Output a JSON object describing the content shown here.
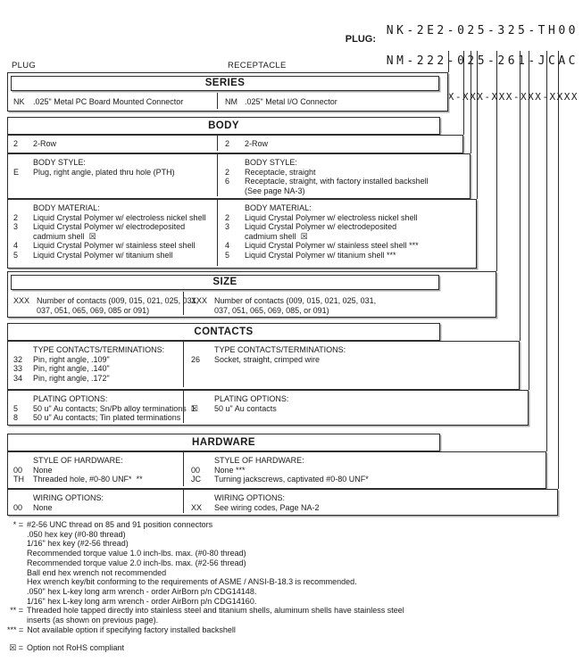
{
  "colors": {
    "ink": "#1a1a1a",
    "paper": "#ffffff",
    "border": "#2e2e2e"
  },
  "part_numbers": {
    "plug_label": "PLUG:",
    "plug_value": "NK-2E2-025-325-TH00",
    "receptacle_label": "RECEPTACLE:",
    "receptacle_value": "NM-222-025-261-JCAC",
    "pattern": "XX-XXX-XXX-XXX-XXXX"
  },
  "columns": {
    "left": "PLUG",
    "right": "RECEPTACLE"
  },
  "series": {
    "title": "SERIES",
    "left": {
      "code": "NK",
      "label": ".025\" Metal PC Board Mounted Connector"
    },
    "right": {
      "code": "NM",
      "label": ".025\" Metal I/O Connector"
    }
  },
  "body": {
    "title": "BODY",
    "row": {
      "left": {
        "code": "2",
        "label": "2-Row"
      },
      "right": {
        "code": "2",
        "label": "2-Row"
      }
    },
    "style": {
      "heading_left": "BODY STYLE:",
      "heading_right": "BODY STYLE:",
      "left": [
        {
          "code": "E",
          "label": "Plug, right angle, plated thru hole (PTH)"
        }
      ],
      "right": [
        {
          "code": "2",
          "label": "Receptacle, straight"
        },
        {
          "code": "6",
          "label": "Receptacle, straight, with factory installed backshell"
        },
        {
          "code": "",
          "label": "(See page NA-3)"
        }
      ]
    },
    "material": {
      "heading_left": "BODY MATERIAL:",
      "heading_right": "BODY MATERIAL:",
      "left": [
        {
          "code": "2",
          "label": "Liquid Crystal Polymer w/ electroless nickel shell"
        },
        {
          "code": "3",
          "label": "Liquid Crystal Polymer w/ electrodeposited"
        },
        {
          "code": "",
          "label": "cadmium shell  ☒"
        },
        {
          "code": "4",
          "label": "Liquid Crystal Polymer w/ stainless steel shell"
        },
        {
          "code": "5",
          "label": "Liquid Crystal Polymer w/ titanium shell"
        }
      ],
      "right": [
        {
          "code": "2",
          "label": "Liquid Crystal Polymer w/ electroless nickel shell"
        },
        {
          "code": "3",
          "label": "Liquid Crystal Polymer w/ electrodeposited"
        },
        {
          "code": "",
          "label": "cadmium shell  ☒"
        },
        {
          "code": "4",
          "label": "Liquid Crystal Polymer w/ stainless steel shell ***"
        },
        {
          "code": "5",
          "label": "Liquid Crystal Polymer w/ titanium shell ***"
        }
      ]
    }
  },
  "size": {
    "title": "SIZE",
    "left": {
      "code": "XXX",
      "line1": "Number of contacts (009, 015, 021, 025, 031,",
      "line2": "037, 051, 065, 069, 085 or 091)"
    },
    "right": {
      "code": "XXX",
      "line1": "Number of contacts (009, 015, 021, 025, 031,",
      "line2": "037, 051, 065, 069, 085, or 091)"
    }
  },
  "contacts": {
    "title": "CONTACTS",
    "type": {
      "heading_left": "TYPE CONTACTS/TERMINATIONS:",
      "heading_right": "TYPE CONTACTS/TERMINATIONS:",
      "left": [
        {
          "code": "32",
          "label": "Pin, right angle, .109\""
        },
        {
          "code": "33",
          "label": "Pin, right angle, .140\""
        },
        {
          "code": "34",
          "label": "Pin, right angle, .172\""
        }
      ],
      "right": [
        {
          "code": "26",
          "label": "Socket, straight, crimped wire"
        }
      ]
    },
    "plating": {
      "heading_left": "PLATING OPTIONS:",
      "heading_right": "PLATING OPTIONS:",
      "left": [
        {
          "code": "5",
          "label": "50 u\" Au contacts; Sn/Pb alloy terminations  ☒"
        },
        {
          "code": "8",
          "label": "50 u\" Au contacts; Tin plated terminations"
        }
      ],
      "right": [
        {
          "code": "1",
          "label": "50 u\" Au contacts"
        }
      ]
    }
  },
  "hardware": {
    "title": "HARDWARE",
    "style": {
      "heading_left": "STYLE OF HARDWARE:",
      "heading_right": "STYLE OF HARDWARE:",
      "left": [
        {
          "code": "00",
          "label": "None"
        },
        {
          "code": "TH",
          "label": "Threaded hole, #0-80 UNF*  **"
        }
      ],
      "right": [
        {
          "code": "00",
          "label": "None ***"
        },
        {
          "code": "JC",
          "label": "Turning jackscrews, captivated #0-80 UNF*"
        }
      ]
    },
    "wiring": {
      "heading_left": "WIRING OPTIONS:",
      "heading_right": "WIRING OPTIONS:",
      "left": [
        {
          "code": "00",
          "label": "None"
        }
      ],
      "right": [
        {
          "code": "XX",
          "label": "See wiring codes, Page NA-2"
        }
      ]
    }
  },
  "footnotes": {
    "star_marker": "* =",
    "star_lines": [
      "#2-56 UNC thread on 85 and 91 position connectors",
      ".050 hex key (#0-80 thread)",
      "1/16\" hex key (#2-56 thread)",
      "Recommended torque value 1.0 inch-lbs. max. (#0-80 thread)",
      "Recommended torque value 2.0 inch-lbs. max. (#2-56 thread)",
      "Ball end hex wrench not recommended",
      "Hex wrench key/bit conforming to the requirements of ASME / ANSI-B-18.3 is recommended.",
      ".050\" hex L-key long arm wrench - order AirBorn p/n CDG14148.",
      "1/16\" hex L-key long arm wrench - order AirBorn p/n CDG14160."
    ],
    "double_star_marker": "** =",
    "double_star_line1": "Threaded hole tapped directly into stainless steel and titanium shells, aluminum shells have stainless steel",
    "double_star_line2": "inserts (as shown on previous page).",
    "triple_star_marker": "*** =",
    "triple_star_text": "Not available option if specifying factory installed backshell",
    "rohs_marker": "☒ =",
    "rohs_text": "Option not RoHS compliant"
  }
}
